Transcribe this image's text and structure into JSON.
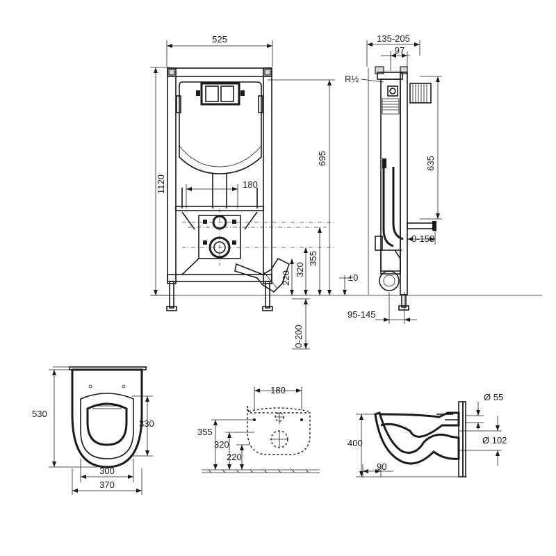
{
  "front_view": {
    "width": "525",
    "total_height": "1120",
    "cistern_height": "695",
    "bolt_spacing": "180",
    "outlet_height": "355",
    "inlet_height": "320",
    "drain_height": "220",
    "zero_level": "±0",
    "adjust_range": "0-200"
  },
  "side_view": {
    "depth_range": "135-205",
    "depth": "97",
    "thread": "R½",
    "height": "635",
    "pipe_range": "0-150",
    "foot_range": "95-145"
  },
  "top_view": {
    "length": "530",
    "seat_length": "330",
    "seat_width": "300",
    "width": "370"
  },
  "bolt_view": {
    "spacing": "180",
    "h355": "355",
    "h320": "320",
    "h220": "220"
  },
  "profile_view": {
    "diameter_inlet": "Ø 55",
    "diameter_outlet": "Ø 102",
    "height": "400",
    "offset": "90"
  }
}
